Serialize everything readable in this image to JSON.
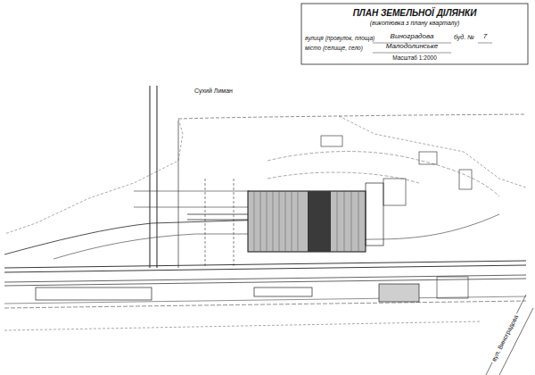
{
  "diagram": {
    "title": "ПЛАН ЗЕМЕЛЬНОЇ ДІЛЯНКИ",
    "labels": [
      "(викопіювка з плану кварталу)",
      "вулиця (провулок, площа)",
      "Виноградова",
      "буд. №",
      "7",
      "місто (селище, село)",
      "Малодолинське",
      "Масштаб 1:2000",
      "Сухий Лиман",
      "вул. Виноградова"
    ]
  }
}
